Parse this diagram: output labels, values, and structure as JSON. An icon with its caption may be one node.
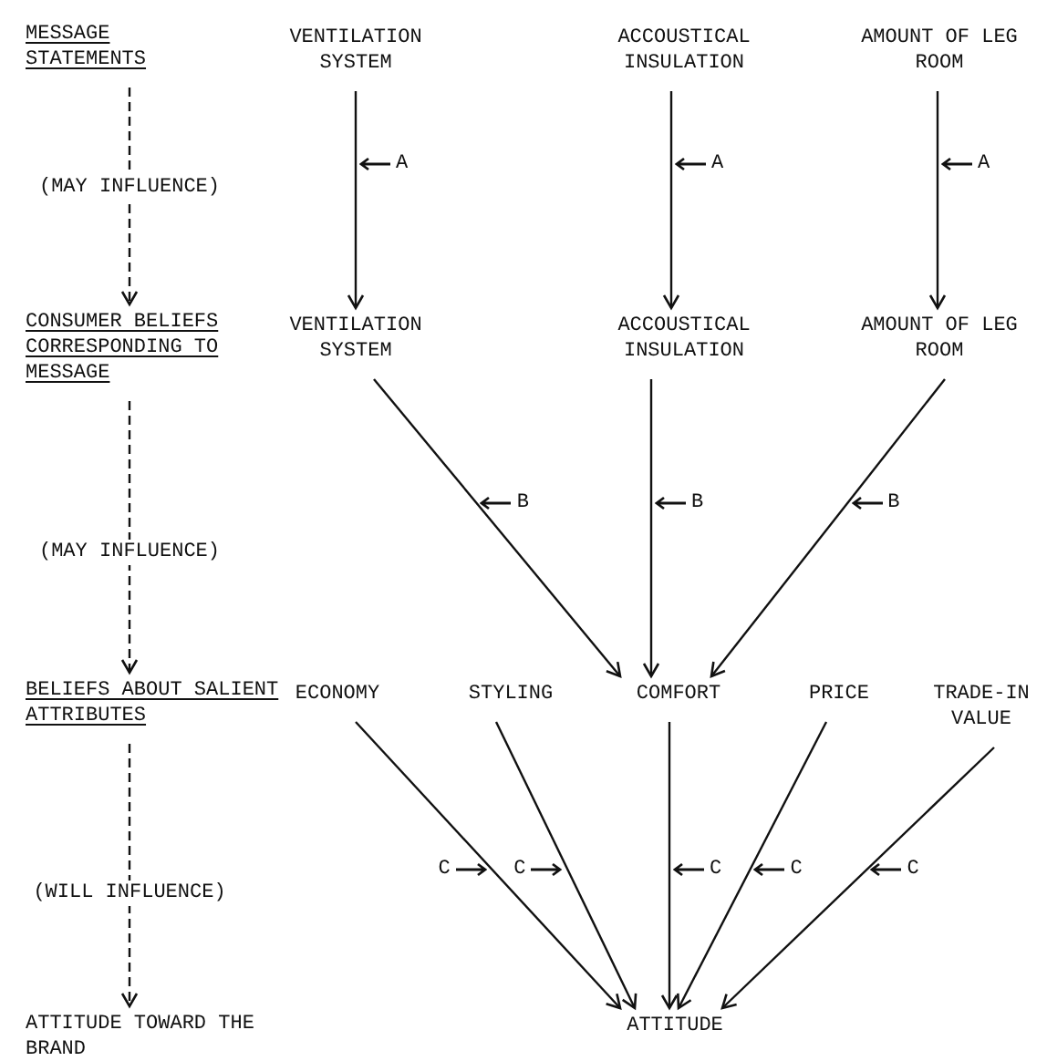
{
  "diagram": {
    "nodes": [
      {
        "text": [
          "MESSAGE STATEMENTS"
        ]
      },
      {
        "text": [
          "VENTILATION SYSTEM"
        ]
      },
      {
        "text": [
          "ACCOUSTICAL INSULATION"
        ]
      },
      {
        "text": [
          "AMOUNT OF LEG ROOM"
        ]
      },
      {
        "text": [
          "CONSUMER BELIEFS CORRESPONDING TO MESSAGE"
        ]
      },
      {
        "text": [
          "VENTILATION SYSTEM"
        ]
      },
      {
        "text": [
          "ACCOUSTICAL INSULATION"
        ]
      },
      {
        "text": [
          "AMOUNT OF LEG ROOM"
        ]
      },
      {
        "text": [
          "BELIEFS ABOUT SALIENT ATTRIBUTES"
        ]
      },
      {
        "text": [
          "ECONOMY"
        ]
      },
      {
        "text": [
          "STYLING"
        ]
      },
      {
        "text": [
          "COMFORT"
        ]
      },
      {
        "text": [
          "PRICE"
        ]
      },
      {
        "text": [
          "TRADE-IN VALUE"
        ]
      },
      {
        "text": [
          "ATTITUDE TOWARD THE BRAND"
        ]
      },
      {
        "text": [
          "ATTITUDE"
        ]
      }
    ],
    "edges": [
      {
        "from": 0,
        "to": 4,
        "arrow": "to",
        "label": "(MAY INFLUENCE)",
        "style": "dashed"
      },
      {
        "from": 1,
        "to": 5,
        "arrow": "to",
        "label": "A"
      },
      {
        "from": 2,
        "to": 6,
        "arrow": "to",
        "label": "A"
      },
      {
        "from": 3,
        "to": 7,
        "arrow": "to",
        "label": "A"
      },
      {
        "from": 4,
        "to": 8,
        "arrow": "to",
        "label": "(MAY INFLUENCE)",
        "style": "dashed"
      },
      {
        "from": 5,
        "to": 11,
        "arrow": "to",
        "label": "B"
      },
      {
        "from": 6,
        "to": 11,
        "arrow": "to",
        "label": "B"
      },
      {
        "from": 7,
        "to": 11,
        "arrow": "to",
        "label": "B"
      },
      {
        "from": 8,
        "to": 14,
        "arrow": "to",
        "label": "(WILL INFLUENCE)",
        "style": "dashed"
      },
      {
        "from": 9,
        "to": 15,
        "arrow": "to",
        "label": "C"
      },
      {
        "from": 10,
        "to": 15,
        "arrow": "to",
        "label": "C"
      },
      {
        "from": 11,
        "to": 15,
        "arrow": "to",
        "label": "C"
      },
      {
        "from": 12,
        "to": 15,
        "arrow": "to",
        "label": "C"
      },
      {
        "from": 13,
        "to": 15,
        "arrow": "to",
        "label": "C"
      }
    ]
  }
}
